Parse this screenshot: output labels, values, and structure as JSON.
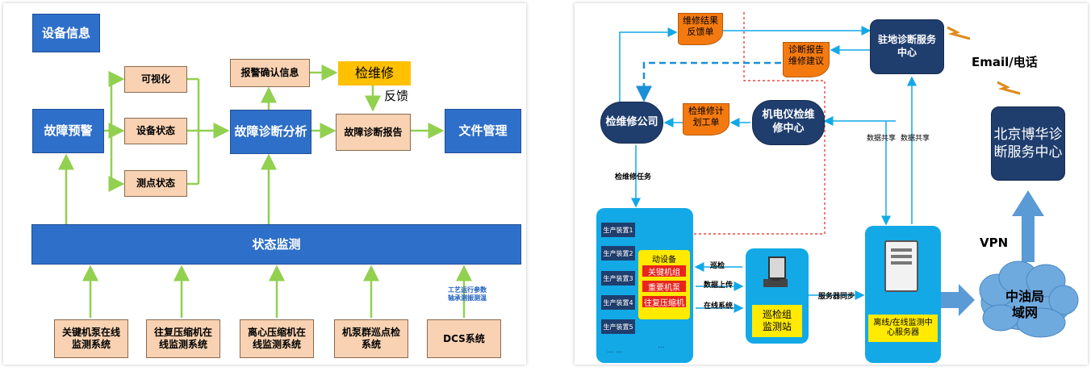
{
  "left": {
    "device_info": "设备信息",
    "fault_warning": "故障预警",
    "visualization": "可视化",
    "device_status": "设备状态",
    "point_status": "测点状态",
    "alarm_confirm": "报警确认信息",
    "maintenance": "检维修",
    "feedback": "反馈",
    "fault_analysis": "故障诊断分析",
    "fault_report": "故障诊断报告",
    "file_management": "文件管理",
    "status_monitoring": "状态监测",
    "process_params": "工艺运行参数\n轴承测振测温",
    "systems": [
      "关键机泵在线\n监测系统",
      "往复压缩机在\n线监测系统",
      "离心压缩机在\n线监测系统",
      "机泵群巡点检\n系统",
      "DCS系统"
    ]
  },
  "right": {
    "repair_feedback": "维修结果\n反馈单",
    "diag_report": "诊断报告\n维修建议",
    "resident_center": "驻地诊断服务\n中心",
    "email_phone": "Email/电话",
    "maintenance_company": "检维修公司",
    "repair_plan": "检维修计\n划工单",
    "mech_center": "机电仪检维\n修中心",
    "data_share_1": "数据共享",
    "data_share_2": "数据共享",
    "beijing_center": "北京博华诊\n断服务中心",
    "maint_task": "检维修任务",
    "production_units": [
      "生产装置1",
      "生产装置2",
      "生产装置3",
      "生产装置4",
      "生产装置5"
    ],
    "ellipsis": "... ...",
    "dash_short": "...",
    "equipment": [
      "动设备",
      "关键机组",
      "重要机泵",
      "往复压缩机"
    ],
    "patrol": "巡检",
    "data_upload": "数据上传",
    "online_system": "在线系统",
    "patrol_station": "巡检组\n监测站",
    "server_sync": "服务器同步",
    "server_label": "离线/在线监测中\n心服务器",
    "vpn": "VPN",
    "lan": "中油局\n域网"
  },
  "colors": {
    "blue": "#2e6fc9",
    "peach": "#f8d2b2",
    "navy": "#1f3e6e",
    "orange": "#f47a10",
    "cyan": "#12a9e6",
    "arrow_green": "#92d050",
    "arrow_cyan": "#12a9e6"
  }
}
